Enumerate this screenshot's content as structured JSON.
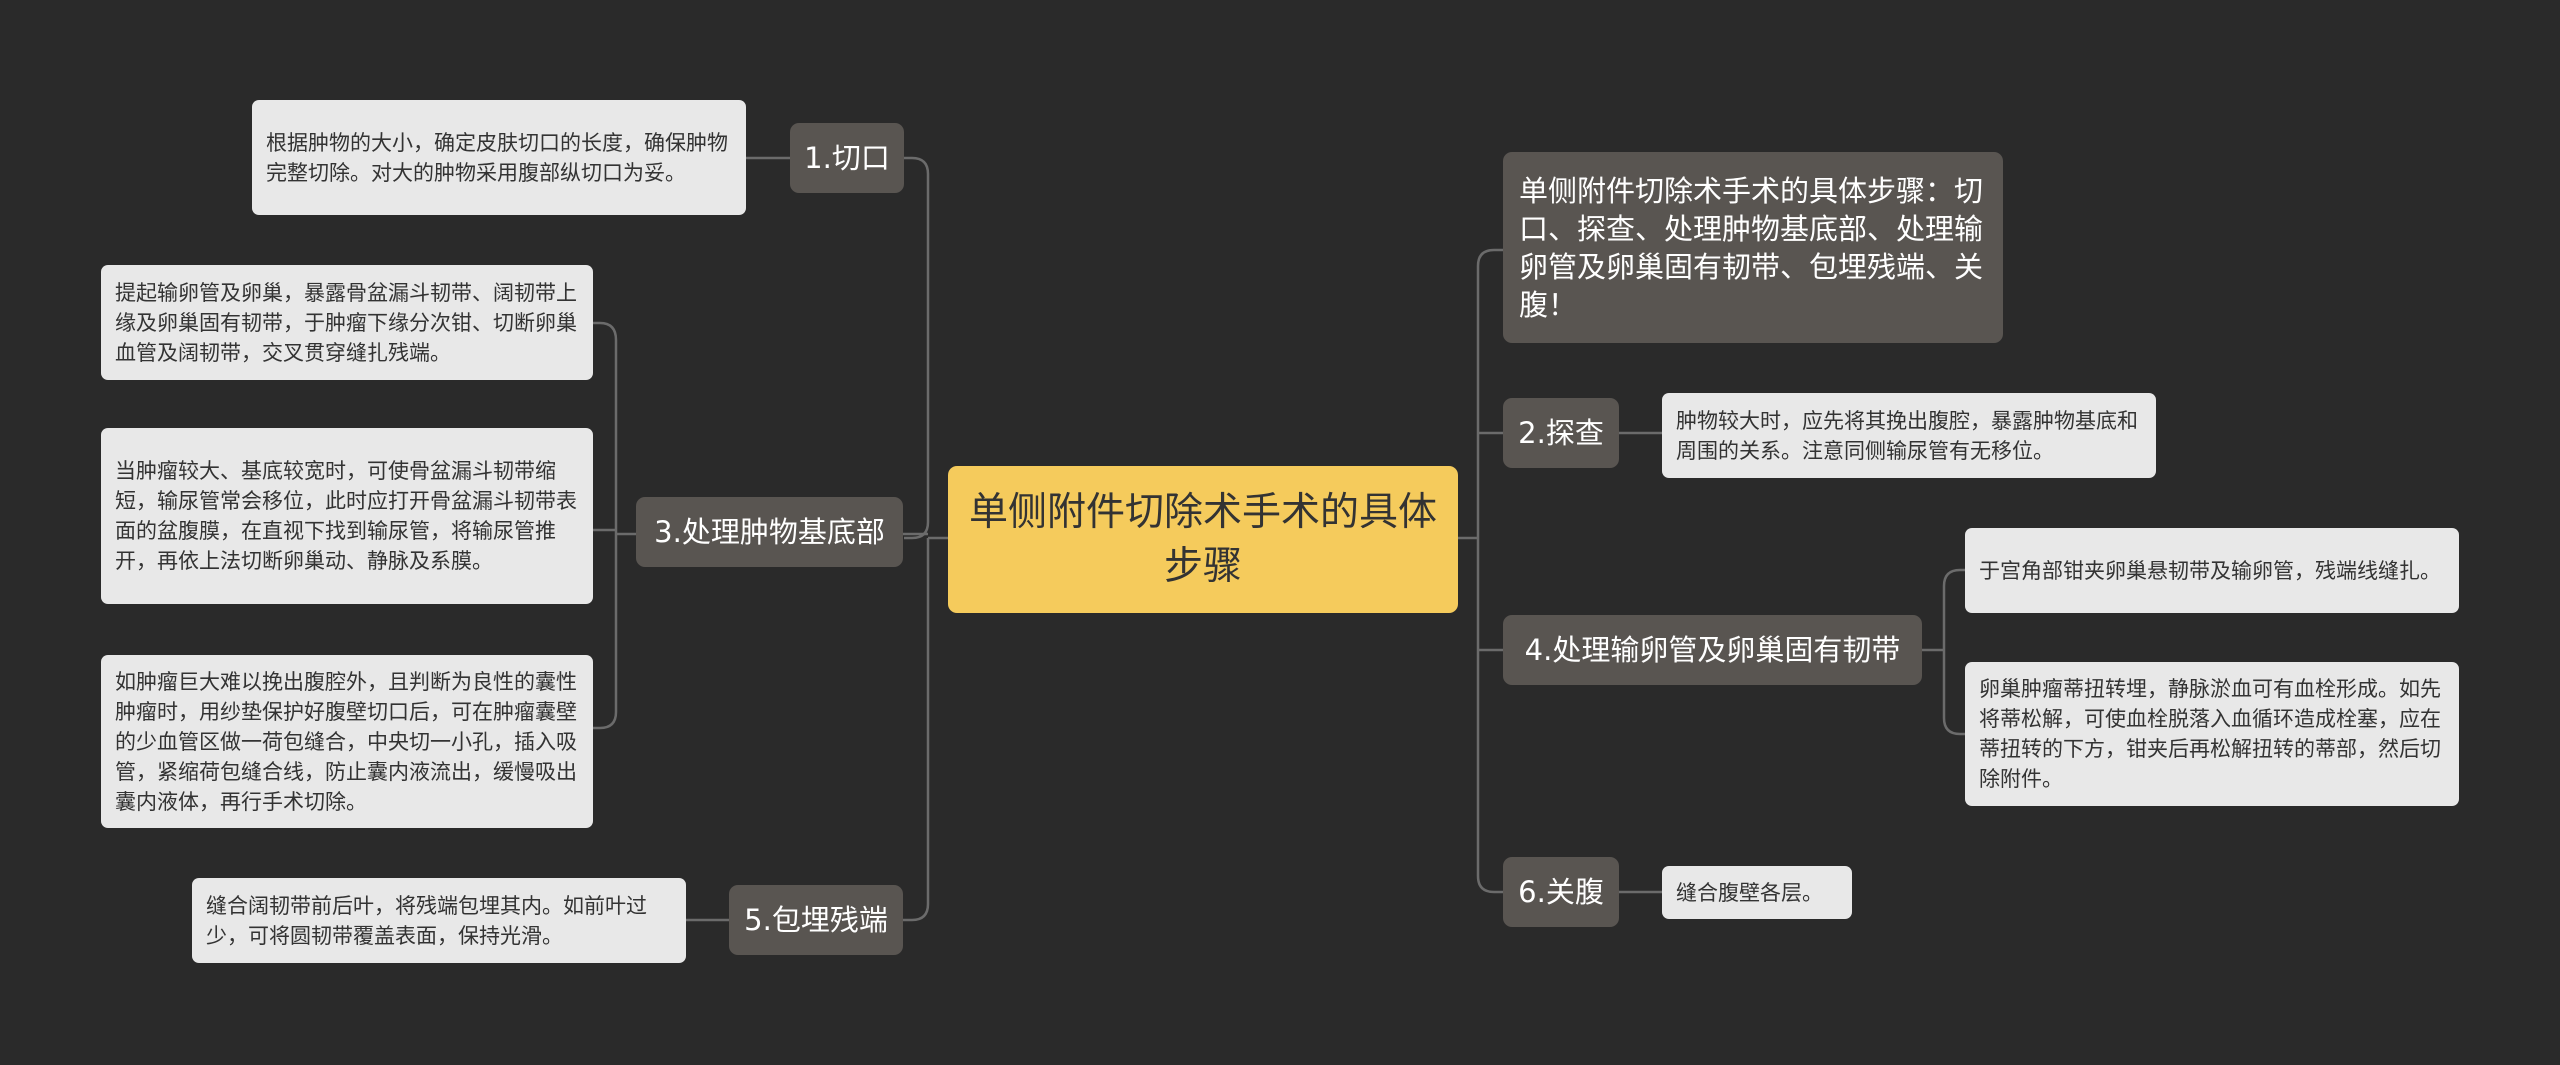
{
  "root": {
    "label": "单侧附件切除术手术的具体步骤"
  },
  "left_branches": [
    {
      "label": "1.切口",
      "leaves": [
        "根据肿物的大小，确定皮肤切口的长度，确保肿物完整切除。对大的肿物采用腹部纵切口为妥。"
      ]
    },
    {
      "label": "3.处理肿物基底部",
      "leaves": [
        "提起输卵管及卵巢，暴露骨盆漏斗韧带、阔韧带上缘及卵巢固有韧带，于肿瘤下缘分次钳、切断卵巢血管及阔韧带，交叉贯穿缝扎残端。",
        "当肿瘤较大、基底较宽时，可使骨盆漏斗韧带缩短，输尿管常会移位，此时应打开骨盆漏斗韧带表面的盆腹膜，在直视下找到输尿管，将输尿管推开，再依上法切断卵巢动、静脉及系膜。",
        "如肿瘤巨大难以挽出腹腔外，且判断为良性的囊性肿瘤时，用纱垫保护好腹壁切口后，可在肿瘤囊壁的少血管区做一荷包缝合，中央切一小孔，插入吸管，紧缩荷包缝合线，防止囊内液流出，缓慢吸出囊内液体，再行手术切除。"
      ]
    },
    {
      "label": "5.包埋残端",
      "leaves": [
        "缝合阔韧带前后叶，将残端包埋其内。如前叶过少，可将圆韧带覆盖表面，保持光滑。"
      ]
    }
  ],
  "right_summary": "单侧附件切除术手术的具体步骤：切口、探查、处理肿物基底部、处理输卵管及卵巢固有韧带、包埋残端、关腹！",
  "right_branches": [
    {
      "label": "2.探查",
      "leaves": [
        "肿物较大时，应先将其挽出腹腔，暴露肿物基底和周围的关系。注意同侧输尿管有无移位。"
      ]
    },
    {
      "label": "4.处理输卵管及卵巢固有韧带",
      "leaves": [
        "于宫角部钳夹卵巢悬韧带及输卵管，残端线缝扎。",
        "卵巢肿瘤蒂扭转埋，静脉淤血可有血栓形成。如先将蒂松解，可使血栓脱落入血循环造成栓塞，应在蒂扭转的下方，钳夹后再松解扭转的蒂部，然后切除附件。"
      ]
    },
    {
      "label": "6.关腹",
      "leaves": [
        "缝合腹壁各层。"
      ]
    }
  ],
  "colors": {
    "background": "#2a2a2a",
    "root_fill": "#f5cb5c",
    "branch_fill": "#595551",
    "leaf_fill": "#e8e8e8",
    "connector": "#6b6b6b"
  }
}
